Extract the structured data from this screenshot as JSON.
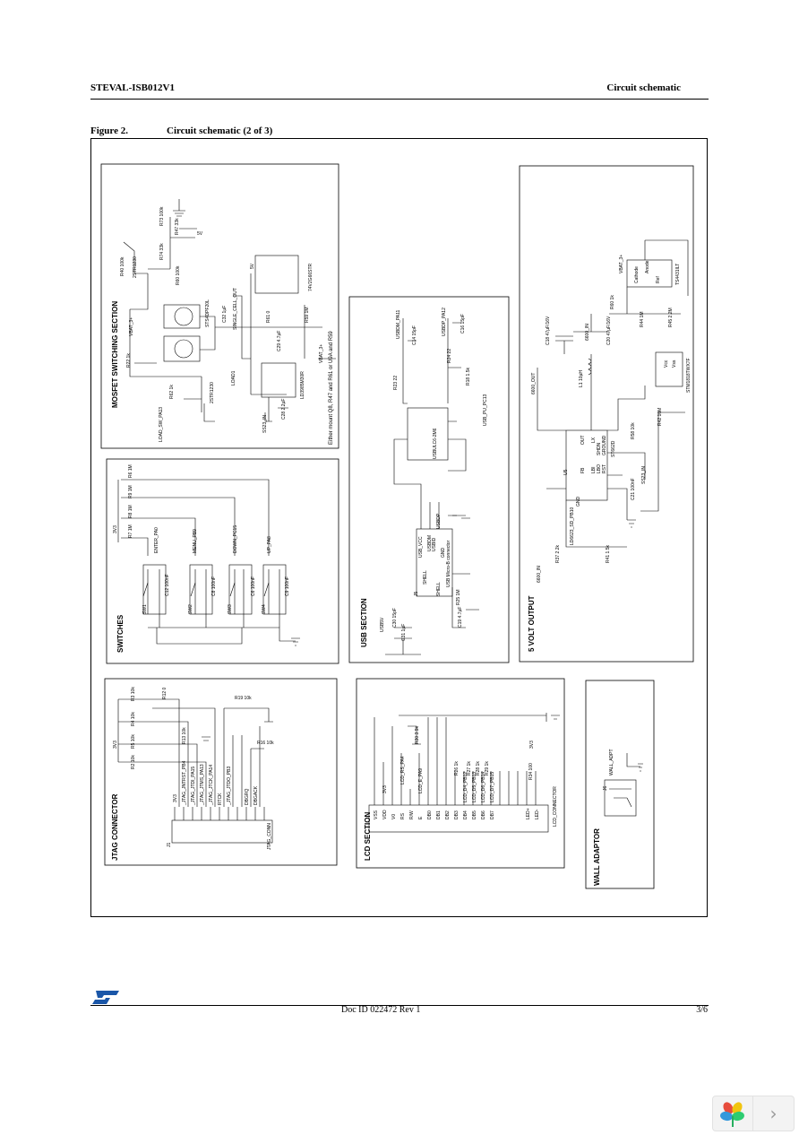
{
  "header": {
    "doc_code": "STEVAL-ISB012V1",
    "section": "Circuit schematic"
  },
  "figure": {
    "label": "Figure 2.",
    "title": "Circuit schematic (2 of 3)"
  },
  "sections": {
    "mosfet": "MOSFET SWITCHING SECTION",
    "switches": "SWITCHES",
    "jtag": "JTAG CONNECTOR",
    "usb": "USB SECTION",
    "lcd": "LCD SECTION",
    "five_volt": "5 VOLT OUTPUT",
    "wall": "WALL ADAPTOR"
  },
  "mosfet_labels": {
    "mount_note": "Either mount Q8, R47 and R61  or U9A and R59",
    "load_sw": "LOAD_SW_PA13",
    "q7": "STS4DPF20L",
    "q8": "2STR1230",
    "q9": "2STR1230",
    "u8": "LD3985M30R",
    "u9": "74V2G66STR",
    "vbat": "VBAT_3+",
    "vbat2": "VBAT_3+",
    "c32": "C32  1µF",
    "c29": "C29  4.7µF",
    "c28": "C28  2.2µF",
    "r73": "R73  100k",
    "r47": "R47  33k",
    "r74": "R74  33k",
    "r40": "R40  100k",
    "r60": "R60  100k",
    "r61": "R61  0",
    "r22": "R22  1k",
    "r59": "R59  1M",
    "r62": "R62  1k",
    "load1": "LOAD1",
    "single_cell": "SINGLE_CELL_OUT",
    "net_5v": "5V",
    "net_5v2": "5V",
    "ss23": "SS23_IN"
  },
  "switch_labels": {
    "r6": "R6  1M",
    "r9": "R9  1M",
    "r8": "R8  1M",
    "r7": "R7  1M",
    "net_3v3": "3V3",
    "enter": "ENTER_PA0",
    "menu": "MENU_PB9",
    "down": "DOWN_PC15",
    "up": "UP_PA8",
    "sw1": "SW1",
    "sw2": "SW2",
    "sw3": "SW3",
    "sw4": "SW4",
    "c12": "C12 100nF",
    "c8": "C8 100nF",
    "c6": "C6 100nF",
    "c9": "C9 100nF"
  },
  "jtag_labels": {
    "r3": "R3  10k",
    "r4": "R4  10k",
    "r5": "R5  10k",
    "r2": "R2  10k",
    "r12": "R12  0",
    "r13": "R13  10k",
    "r19": "R19  10k",
    "r16": "R16  10k",
    "net_3v3": "3V3",
    "net_3v3b": "3V3",
    "sig1": "_JTAG_JNTRST_PB4",
    "sig2": "_JTAG_JTDI_PA15",
    "sig3": "_JTAG_JTMS_PA13",
    "sig4": "_JTAG_JTCK_PA14",
    "sig5": "RTCK",
    "sig6": "_JTAG_JTDO_PB3",
    "sig7": "DBGRQ",
    "sig8": "DBGACK",
    "conn": "JTAG_CONN",
    "j1": "J1"
  },
  "usb_labels": {
    "usbdm": "USBDM_PA11",
    "usbdp": "USBDP_PA12",
    "c14": "C14 15pF",
    "c16": "C16 15pF",
    "c30": "C30 15pF",
    "r23": "R23  22",
    "r24": "R24  22",
    "r18": "R18  1.5k",
    "r25": "R25  1M",
    "u12": "USBULC6-2M6",
    "usb_pu": "USB_PU_PC13",
    "conn": "USB Micro-B connector",
    "j5": "J5",
    "vcc": "USB_VCC",
    "dm": "USBDM",
    "dp": "USBDP",
    "id": "USBID",
    "gnd": "GND",
    "shell": "SHELL",
    "shell2": "SHELL",
    "usb5v": "USB5V",
    "c19": "C19 4.7µF",
    "c31": "C31 1µF"
  },
  "lcd_labels": {
    "pins": [
      "VSS",
      "VDD",
      "V0",
      "RS",
      "R/W",
      "E",
      "DB0",
      "DB1",
      "DB2",
      "DB3",
      "DB4",
      "DB5",
      "DB6",
      "DB7",
      "LED+",
      "LED-"
    ],
    "nets": [
      "LCD_RS_PA4",
      "LCD_E_PA9",
      "LCD_D4_PB12",
      "LCD_D5_PB13",
      "LCD_D6_PB14",
      "LCD_D7_PB15",
      "3V3",
      "3V3"
    ],
    "r_v0": "R30  3.9k",
    "r_bl": "R34  100",
    "r26": "R26 1k",
    "r27": "R27 1k",
    "r28": "R28 1k",
    "r29": "R29 1k",
    "conn": "LCD_CONNECTOR"
  },
  "five_v_labels": {
    "c18": "C18 47µF/16V",
    "c20": "C20 47µF/16V",
    "c21": "C21 100nF",
    "l1": "L1  10µH",
    "u5": "U5",
    "u5_part": "ST662D",
    "u10": "STM1818TWX7F",
    "u11": "TS4431ILT",
    "r37": "R37 2.2k",
    "r41": "R41 1.5k",
    "r42": "R42 10M",
    "r58": "R58 10k",
    "r44": "R44 1M",
    "r45": "R45 2.2M",
    "r60": "R60 1k",
    "ss23_out": "6600_OUT",
    "ss23_in": "6600_IN",
    "ss23_in2": "SS23_IN",
    "ss23_sd": "LD6623_SD_PB10",
    "vbat": "VBAT_3+",
    "pins": [
      "OUT",
      "LX",
      "FB",
      "GROUND",
      "SHDN",
      "LBI",
      "LBO",
      "RST",
      "Vcc",
      "Vss",
      "Cathode",
      "Anode",
      "Ref"
    ],
    "gnd": "GND",
    "net_6600": "6600_IN"
  },
  "wall_labels": {
    "net": "WALL_ADPT",
    "j6": "J6"
  },
  "footer": {
    "doc_id": "Doc ID 022472 Rev 1",
    "page": "3/6",
    "logo_text": "ST"
  },
  "viewer": {
    "next_glyph": "›"
  }
}
